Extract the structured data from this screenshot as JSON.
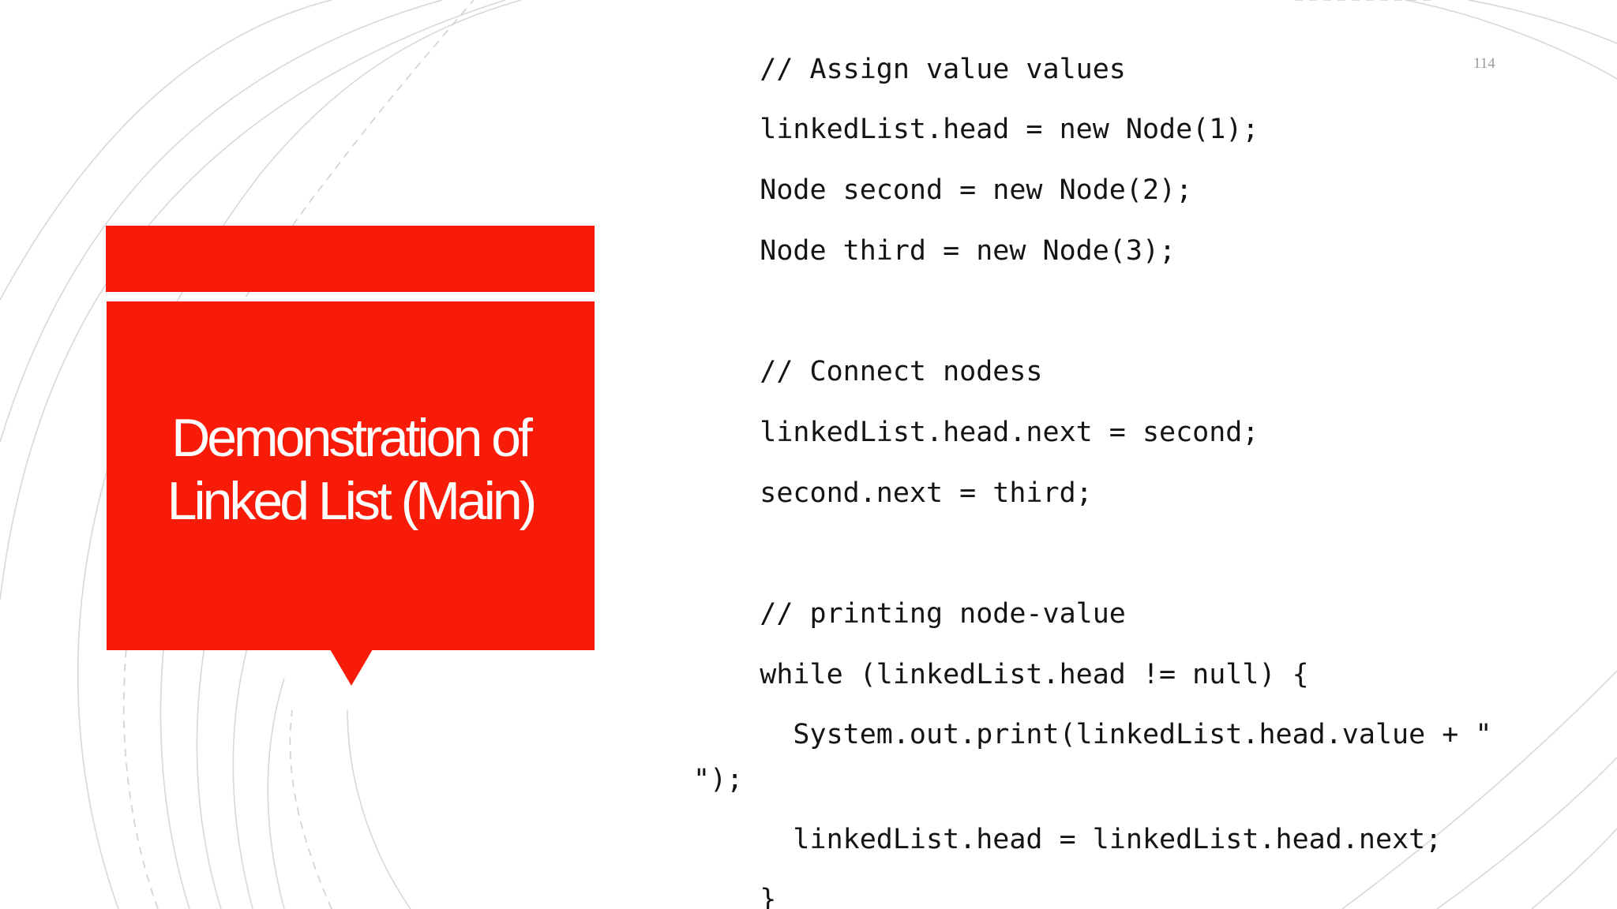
{
  "slide": {
    "title_lines": [
      "Demonstration of",
      "Linked List (Main)"
    ],
    "slide_number": "114",
    "accent_color": "#f81c08",
    "code_lines": [
      "    // Assign value values",
      "    linkedList.head = new Node(1);",
      "    Node second = new Node(2);",
      "    Node third = new Node(3);",
      "    // Connect nodess",
      "    linkedList.head.next = second;",
      "    second.next = third;",
      "    // printing node-value",
      "    while (linkedList.head != null) {",
      "      System.out.print(linkedList.head.value + \"",
      "\");",
      "      linkedList.head = linkedList.head.next;",
      "    }"
    ]
  }
}
